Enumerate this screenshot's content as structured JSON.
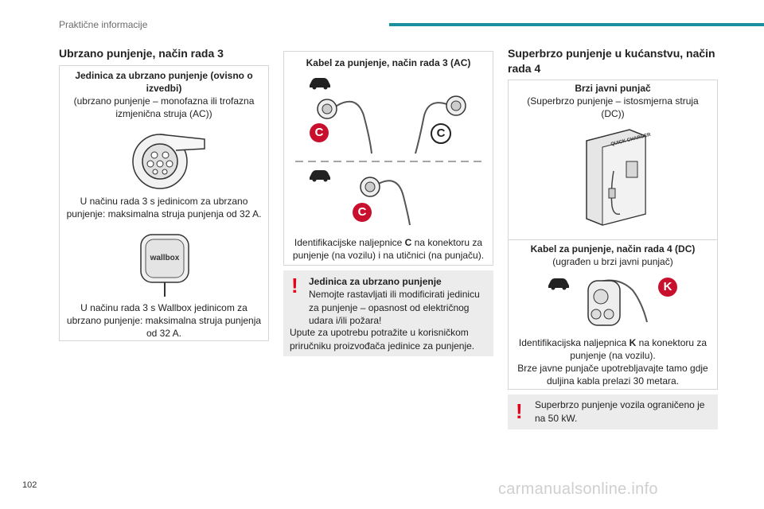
{
  "header": {
    "section": "Praktične informacije"
  },
  "page_number": "102",
  "watermark": "carmanualsonline.info",
  "col1": {
    "title": "Ubrzano punjenje, način rada 3",
    "unit_title": "Jedinica za ubrzano punjenje (ovisno o izvedbi)",
    "unit_sub": "(ubrzano punjenje – monofazna ili trofazna izmjenična struja (AC))",
    "desc1": "U načinu rada 3 s jedinicom za ubrzano punjenje: maksimalna struja punjenja od 32 A.",
    "wallbox_logo": "wallbox",
    "desc2": "U načinu rada 3 s Wallbox jedinicom za ubrzano punjenje: maksimalna struja punjenja od 32 A."
  },
  "col2": {
    "cable_title": "Kabel za punjenje, način rada 3 (AC)",
    "label_c": "C",
    "desc_a": "Identifikacijske naljepnice ",
    "desc_b": "C",
    "desc_c": " na konektoru za punjenje (na vozilu) i na utičnici (na punjaču).",
    "warn_title": "Jedinica za ubrzano punjenje",
    "warn_text": "Nemojte rastavljati ili modificirati jedinicu za punjenje – opasnost od električnog udara i/ili požara!",
    "warn_text2": "Upute za upotrebu potražite u korisničkom priručniku proizvođača jedinice za punjenje."
  },
  "col3": {
    "title": "Superbrzo punjenje u kućanstvu, način rada 4",
    "charger_title": "Brzi javni punjač",
    "charger_sub": "(Superbrzo punjenje – istosmjerna struja (DC))",
    "charger_label": "QUICK CHARGER",
    "cable_title": "Kabel za punjenje, način rada 4 (DC)",
    "cable_sub": "(ugrađen u brzi javni punjač)",
    "label_k": "K",
    "desc_a": "Identifikacijska naljepnica ",
    "desc_b": "K",
    "desc_c": " na konektoru za punjenje (na vozilu).",
    "desc2": "Brze javne punjače upotrebljavajte tamo gdje duljina kabla prelazi 30 metara.",
    "warn_text": "Superbrzo punjenje vozila ograničeno je na 50 kW."
  },
  "colors": {
    "accent": "#1a8f9e",
    "warning": "#e2001a",
    "label": "#c8102e"
  }
}
